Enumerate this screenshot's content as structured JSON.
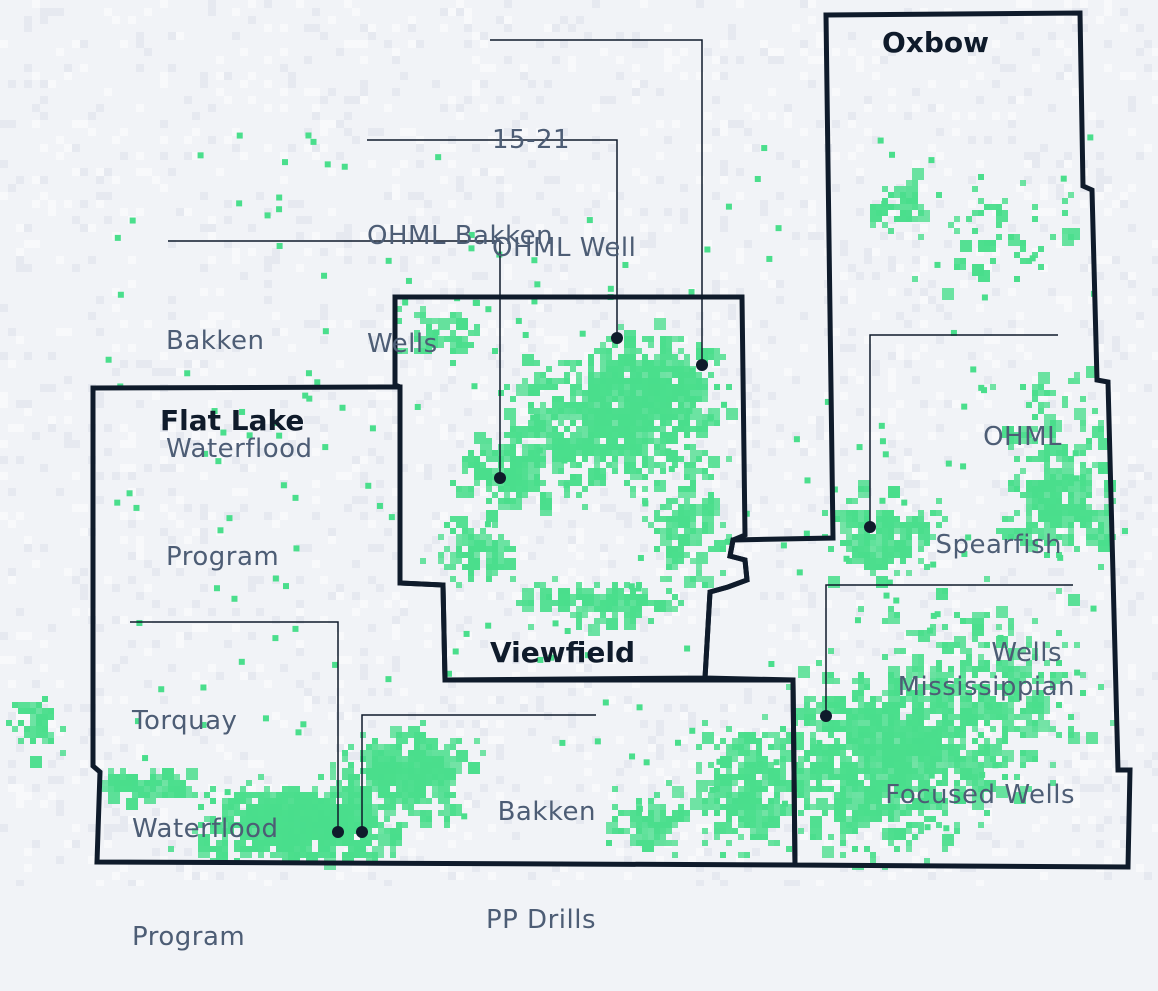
{
  "regions": {
    "oxbow": "Oxbow",
    "flat_lake": "Flat Lake",
    "viewfield": "Viewfield"
  },
  "labels": {
    "ohml_well_1521": [
      "15-21",
      "OHML Well"
    ],
    "ohml_bakken": [
      "OHML Bakken",
      "Wells"
    ],
    "bakken_waterflood": [
      "Bakken",
      "Waterflood",
      "Program"
    ],
    "ohml_spearfish": [
      "OHML",
      "Spearfish",
      "Wells"
    ],
    "mississippian": [
      "Mississippian",
      "Focused Wells"
    ],
    "torquay_waterflood": [
      "Torquay",
      "Waterflood",
      "Program"
    ],
    "bakken_pp": [
      "Bakken",
      "PP Drills"
    ]
  },
  "colors": {
    "background": "#f1f3f7",
    "well": "#4ade8c",
    "boundary": "#0f1b2b",
    "label": "#4d5d75"
  }
}
